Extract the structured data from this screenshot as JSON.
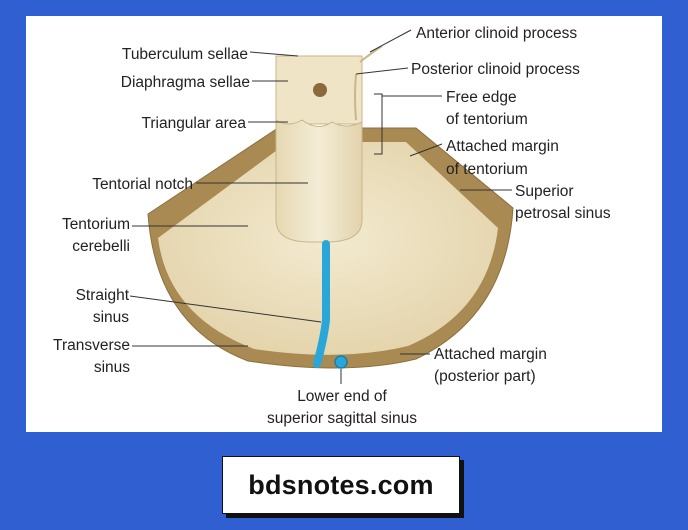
{
  "labels": {
    "tuberculum_sellae": "Tuberculum sellae",
    "diaphragma_sellae": "Diaphragma sellae",
    "triangular_area": "Triangular area",
    "tentorial_notch": "Tentorial notch",
    "tentorium_cerebelli_1": "Tentorium",
    "tentorium_cerebelli_2": "cerebelli",
    "straight_sinus_1": "Straight",
    "straight_sinus_2": "sinus",
    "transverse_sinus_1": "Transverse",
    "transverse_sinus_2": "sinus",
    "lower_end_1": "Lower end of",
    "lower_end_2": "superior sagittal sinus",
    "anterior_clinoid": "Anterior clinoid process",
    "posterior_clinoid": "Posterior clinoid process",
    "free_edge_1": "Free edge",
    "free_edge_2": "of tentorium",
    "attached_margin_1": "Attached margin",
    "attached_margin_2": "of tentorium",
    "superior_petrosal_1": "Superior",
    "superior_petrosal_2": "petrosal sinus",
    "attached_posterior_1": "Attached margin",
    "attached_posterior_2": "(posterior part)"
  },
  "footer": {
    "site": "bdsnotes.com"
  },
  "colors": {
    "background": "#2f5fd0",
    "tentorium_rim": "#a88a52",
    "tentorium_fill": "#e9dcb8",
    "notch_fill": "#efe5c9",
    "sinus": "#2aa7d8"
  }
}
